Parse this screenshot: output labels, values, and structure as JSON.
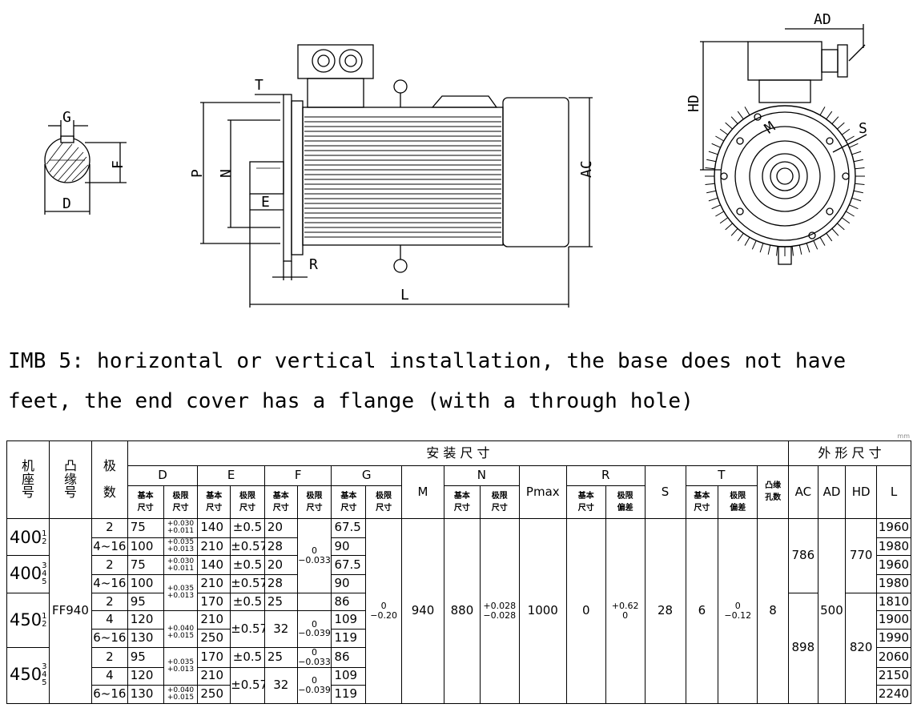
{
  "drawing_labels": {
    "G": "G",
    "F": "F",
    "D": "D",
    "T": "T",
    "P": "P",
    "N": "N",
    "E": "E",
    "R": "R",
    "L": "L",
    "AC": "AC",
    "AD": "AD",
    "HD": "HD",
    "M": "M",
    "S": "S"
  },
  "caption": "IMB 5: horizontal or vertical installation, the base does not have feet, the end cover has a flange (with a through hole)",
  "unit": "mm",
  "header": {
    "frame": [
      "机",
      "座",
      "号"
    ],
    "flange": [
      "凸",
      "缘",
      "号"
    ],
    "poles": [
      "极",
      "数"
    ],
    "install_dims": "安 装 尺 寸",
    "overall_dims": "外 形 尺 寸",
    "D": "D",
    "E": "E",
    "F": "F",
    "G": "G",
    "M": "M",
    "N": "N",
    "Pmax": "Pmax",
    "R": "R",
    "S": "S",
    "T": "T",
    "holes": [
      "凸缘",
      "孔数"
    ],
    "AC": "AC",
    "AD": "AD",
    "HD": "HD",
    "L": "L",
    "basic": [
      "基本",
      "尺寸"
    ],
    "limit": [
      "极限",
      "尺寸"
    ],
    "limit_dev": [
      "极限",
      "偏差"
    ]
  },
  "rows": {
    "frame1": {
      "main": "400",
      "sup": "1",
      "sub": "2"
    },
    "frame2": {
      "main": "400",
      "sup": "3",
      "sub": "4",
      "sub2": "5"
    },
    "frame3": {
      "main": "450",
      "sup": "1",
      "sub": "2"
    },
    "frame4": {
      "main": "450",
      "sup": "3",
      "sub": "4",
      "sub2": "5"
    },
    "flange": "FF940",
    "poles": [
      "2",
      "4~16",
      "2",
      "4~16",
      "2",
      "4",
      "6~16",
      "2",
      "4",
      "6~16"
    ],
    "D": [
      "75",
      "100",
      "75",
      "100",
      "95",
      "120",
      "130",
      "95",
      "120",
      "130"
    ],
    "D_tol": {
      "t75": [
        "+0.030",
        "+0.011"
      ],
      "t100": [
        "+0.035",
        "+0.013"
      ],
      "t95": [
        "+0.035",
        "+0.013"
      ],
      "t130": [
        "+0.040",
        "+0.015"
      ]
    },
    "E": [
      "140",
      "210",
      "140",
      "210",
      "170",
      "210",
      "250",
      "170",
      "210",
      "250"
    ],
    "E_tol": [
      "±0.5",
      "±0.57",
      "±0.5",
      "±0.57",
      "±0.5",
      "±0.57",
      "±0.5",
      "±0.57"
    ],
    "F": [
      "20",
      "28",
      "20",
      "28",
      "25",
      "32",
      "25",
      "32"
    ],
    "F_tol": {
      "a": [
        "0",
        "−0.033"
      ],
      "b": [
        "0",
        "−0.039"
      ],
      "c": [
        "0",
        "−0.033"
      ],
      "d": [
        "0",
        "−0.039"
      ]
    },
    "G": [
      "67.5",
      "90",
      "67.5",
      "90",
      "86",
      "109",
      "119",
      "86",
      "109",
      "119"
    ],
    "G_tol": [
      "0",
      "−0.20"
    ],
    "M": "940",
    "N": "880",
    "N_tol": [
      "+0.028",
      "−0.028"
    ],
    "Pmax": "1000",
    "R": "0",
    "R_tol": [
      "+0.62",
      "0"
    ],
    "S": "28",
    "T": "6",
    "T_tol": [
      "0",
      "−0.12"
    ],
    "holes": "8",
    "AC": [
      "786",
      "898"
    ],
    "AD": "500",
    "HD": [
      "770",
      "820"
    ],
    "L": [
      "1960",
      "1980",
      "1960",
      "1980",
      "1810",
      "1900",
      "1990",
      "2060",
      "2150",
      "2240"
    ]
  }
}
